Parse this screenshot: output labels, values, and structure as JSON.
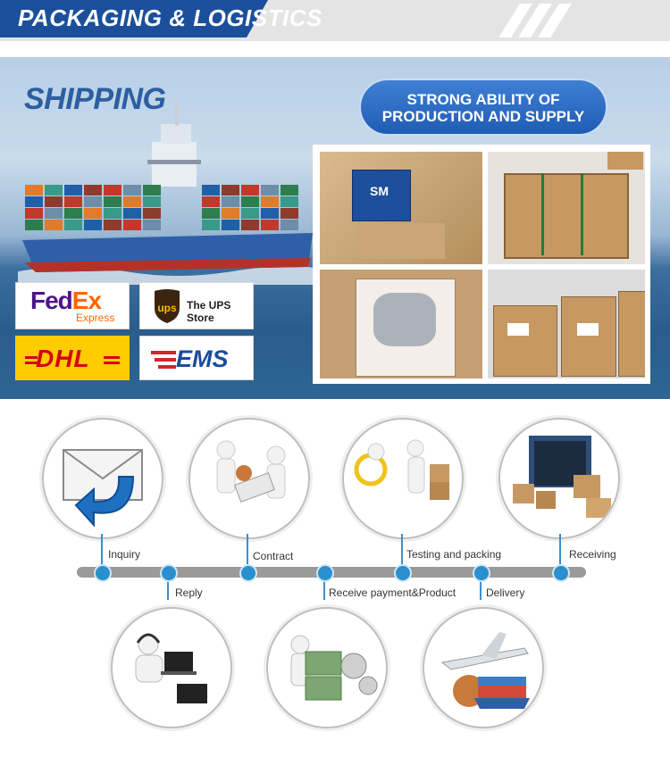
{
  "header": {
    "title": "PACKAGING & LOGISTICS"
  },
  "shipping": {
    "title": "SHIPPING",
    "badge_line1": "STRONG ABILITY OF",
    "badge_line2": "PRODUCTION AND SUPPLY",
    "carriers": [
      {
        "name": "FedEx",
        "sub": "Express"
      },
      {
        "name": "The UPS Store",
        "mark": "ups"
      },
      {
        "name": "DHL"
      },
      {
        "name": "EMS"
      }
    ],
    "box_logo": "SM"
  },
  "process": {
    "steps": {
      "inquiry": "Inquiry",
      "reply": "Reply",
      "contract": "Contract",
      "receive_payment": "Receive payment&Product",
      "testing_packing": "Testing and packing",
      "delivery": "Delivery",
      "receiving": "Receiving"
    }
  },
  "colors": {
    "brand_blue": "#1b4f9c",
    "timeline_dot": "#2a8fce",
    "fedex_purple": "#4d148c",
    "fedex_orange": "#ff6600",
    "dhl_yellow": "#ffcc00",
    "dhl_red": "#d40511",
    "ems_blue": "#1a4c9c"
  }
}
